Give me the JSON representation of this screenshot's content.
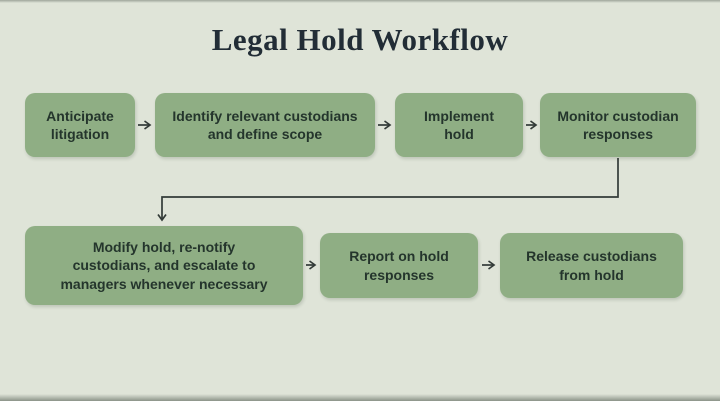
{
  "title": "Legal Hold Workflow",
  "diagram": {
    "type": "flowchart",
    "nodes": [
      {
        "id": "anticipate-litigation",
        "label": "Anticipate\nlitigation"
      },
      {
        "id": "identify-custodians",
        "label": "Identify relevant custodians\nand define scope"
      },
      {
        "id": "implement-hold",
        "label": "Implement\nhold"
      },
      {
        "id": "monitor-responses",
        "label": "Monitor custodian\nresponses"
      },
      {
        "id": "modify-hold",
        "label": "Modify hold, re-notify\ncustodians, and escalate to\nmanagers whenever necessary"
      },
      {
        "id": "report-responses",
        "label": "Report on hold\nresponses"
      },
      {
        "id": "release-custodians",
        "label": "Release custodians\nfrom hold"
      }
    ],
    "edges": [
      {
        "from": "anticipate-litigation",
        "to": "identify-custodians"
      },
      {
        "from": "identify-custodians",
        "to": "implement-hold"
      },
      {
        "from": "implement-hold",
        "to": "monitor-responses"
      },
      {
        "from": "monitor-responses",
        "to": "modify-hold"
      },
      {
        "from": "modify-hold",
        "to": "report-responses"
      },
      {
        "from": "report-responses",
        "to": "release-custodians"
      }
    ]
  },
  "colors": {
    "background": "#dfe4d8",
    "node_fill": "#8fae84",
    "node_text": "#24352c",
    "arrow": "#333b38",
    "title_color": "#222d36"
  }
}
